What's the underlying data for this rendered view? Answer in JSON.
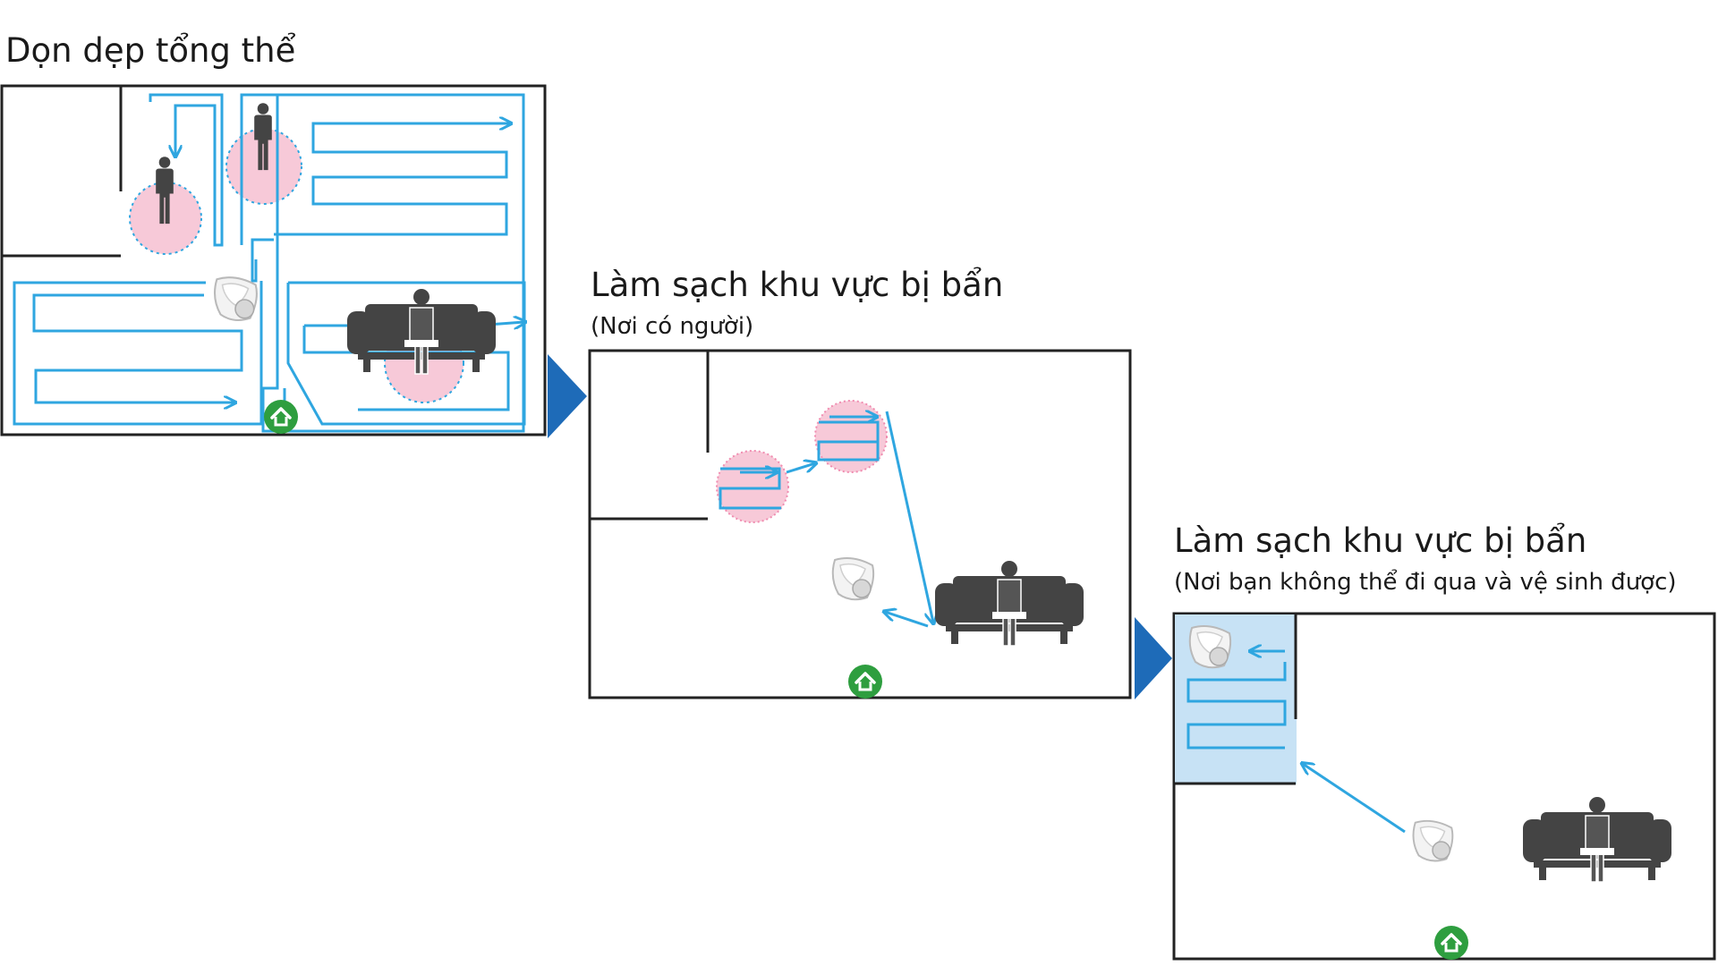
{
  "panel1": {
    "title": "Dọn dẹp tổng thể"
  },
  "panel2": {
    "title": "Làm sạch khu vực bị bẩn",
    "subtitle": "(Nơi có người)"
  },
  "panel3": {
    "title": "Làm sạch khu vực bị bẩn",
    "subtitle": "(Nơi bạn không thể đi qua và vệ sinh được)"
  },
  "colors": {
    "path": "#2fa6e0",
    "wall": "#222222",
    "frame": "#222222",
    "person": "#444444",
    "zone_pink": "#f7c9d8",
    "zone_blue": "#c7e2f5",
    "arrow": "#1e6bb8",
    "home_green": "#2e9e3f"
  },
  "icons": [
    "person-icon",
    "sofa-icon",
    "robot-vacuum-icon",
    "home-base-icon",
    "chevron-right-icon"
  ]
}
